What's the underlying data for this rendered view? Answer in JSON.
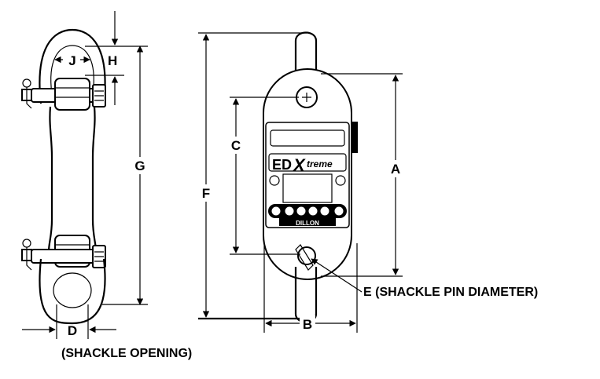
{
  "labels": {
    "J": "J",
    "H": "H",
    "G": "G",
    "D": "D",
    "shackle_opening": "(SHACKLE OPENING)",
    "F": "F",
    "C": "C",
    "A": "A",
    "B": "B",
    "E": "E (SHACKLE PIN DIAMETER)"
  },
  "device": {
    "brand_prefix": "ED",
    "brand_x": "X",
    "brand_suffix": "treme",
    "maker": "DILLON"
  }
}
